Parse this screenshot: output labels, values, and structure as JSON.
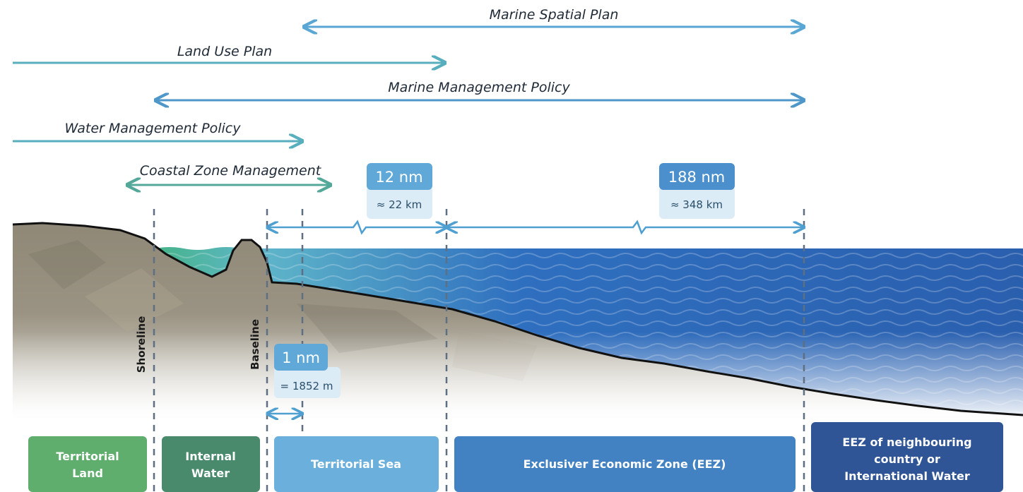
{
  "plans": {
    "marine_spatial_plan": "Marine Spatial Plan",
    "land_use_plan": "Land Use Plan",
    "marine_management_policy": "Marine Management Policy",
    "water_management_policy": "Water Management Policy",
    "coastal_zone_management": "Coastal Zone Management"
  },
  "distances": {
    "territorial_sea": {
      "main": "12 nm",
      "sub": "≈ 22 km"
    },
    "eez": {
      "main": "188 nm",
      "sub": "≈ 348 km"
    },
    "nautical_mile": {
      "main": "1 nm",
      "sub": "= 1852 m"
    }
  },
  "lines": {
    "shoreline": "Shoreline",
    "baseline": "Baseline"
  },
  "zones": {
    "territorial_land": [
      "Territorial",
      "Land"
    ],
    "internal_water": [
      "Internal",
      "Water"
    ],
    "territorial_sea": [
      "Territorial Sea"
    ],
    "eez": [
      "Exclusiver Economic Zone (EEZ)"
    ],
    "neighbouring": [
      "EEZ of neighbouring",
      "country or",
      "International Water"
    ]
  },
  "colors": {
    "green": "#4a9a6a",
    "light_blue": "#6ab4dc",
    "blue": "#3f7fc0",
    "dark_blue": "#2f5b98",
    "sea_deep": "#2a63b0"
  }
}
